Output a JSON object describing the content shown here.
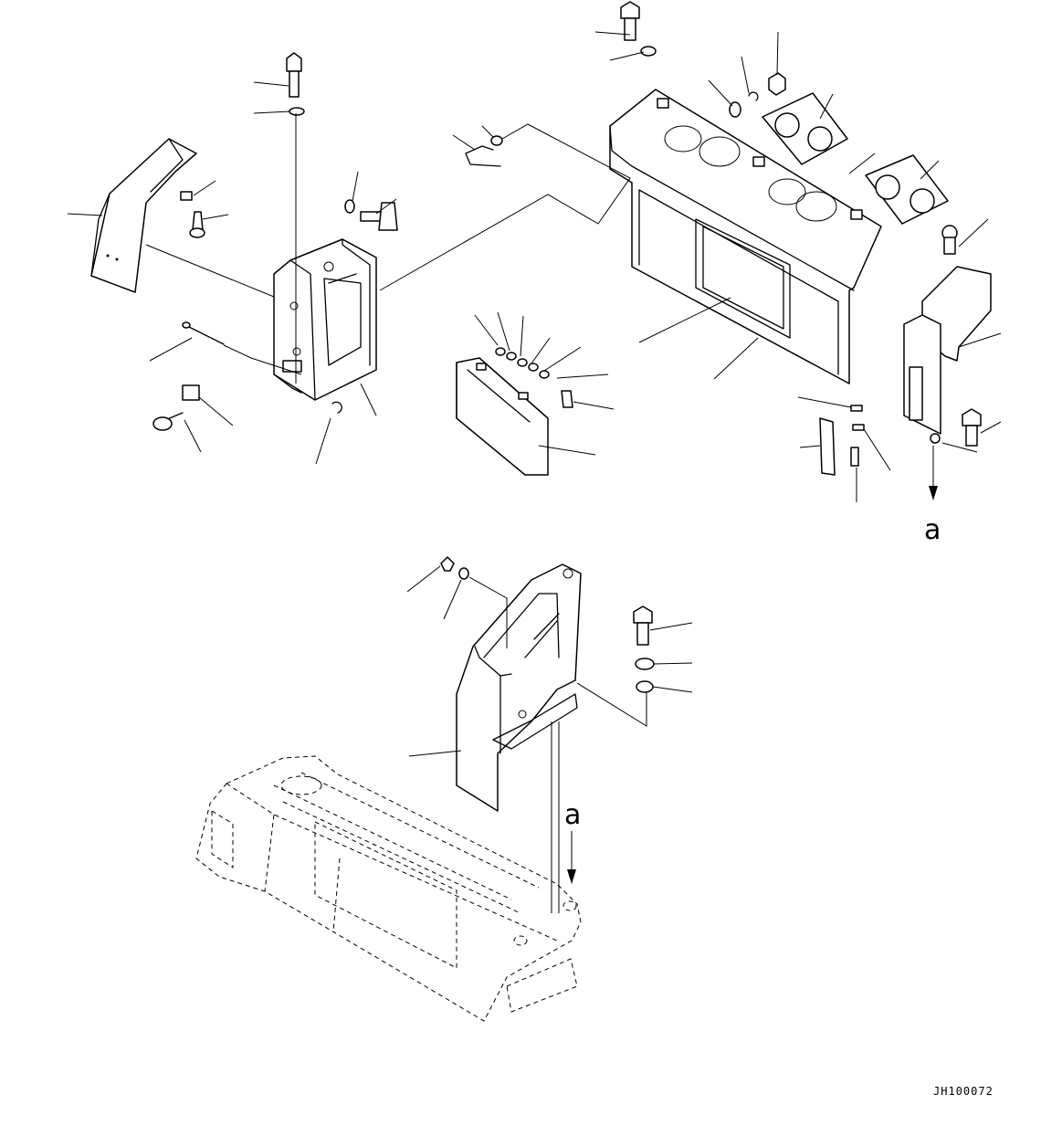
{
  "diagram": {
    "drawing_code": "JH100072",
    "reference_label_upper": "a",
    "reference_label_lower": "a"
  }
}
